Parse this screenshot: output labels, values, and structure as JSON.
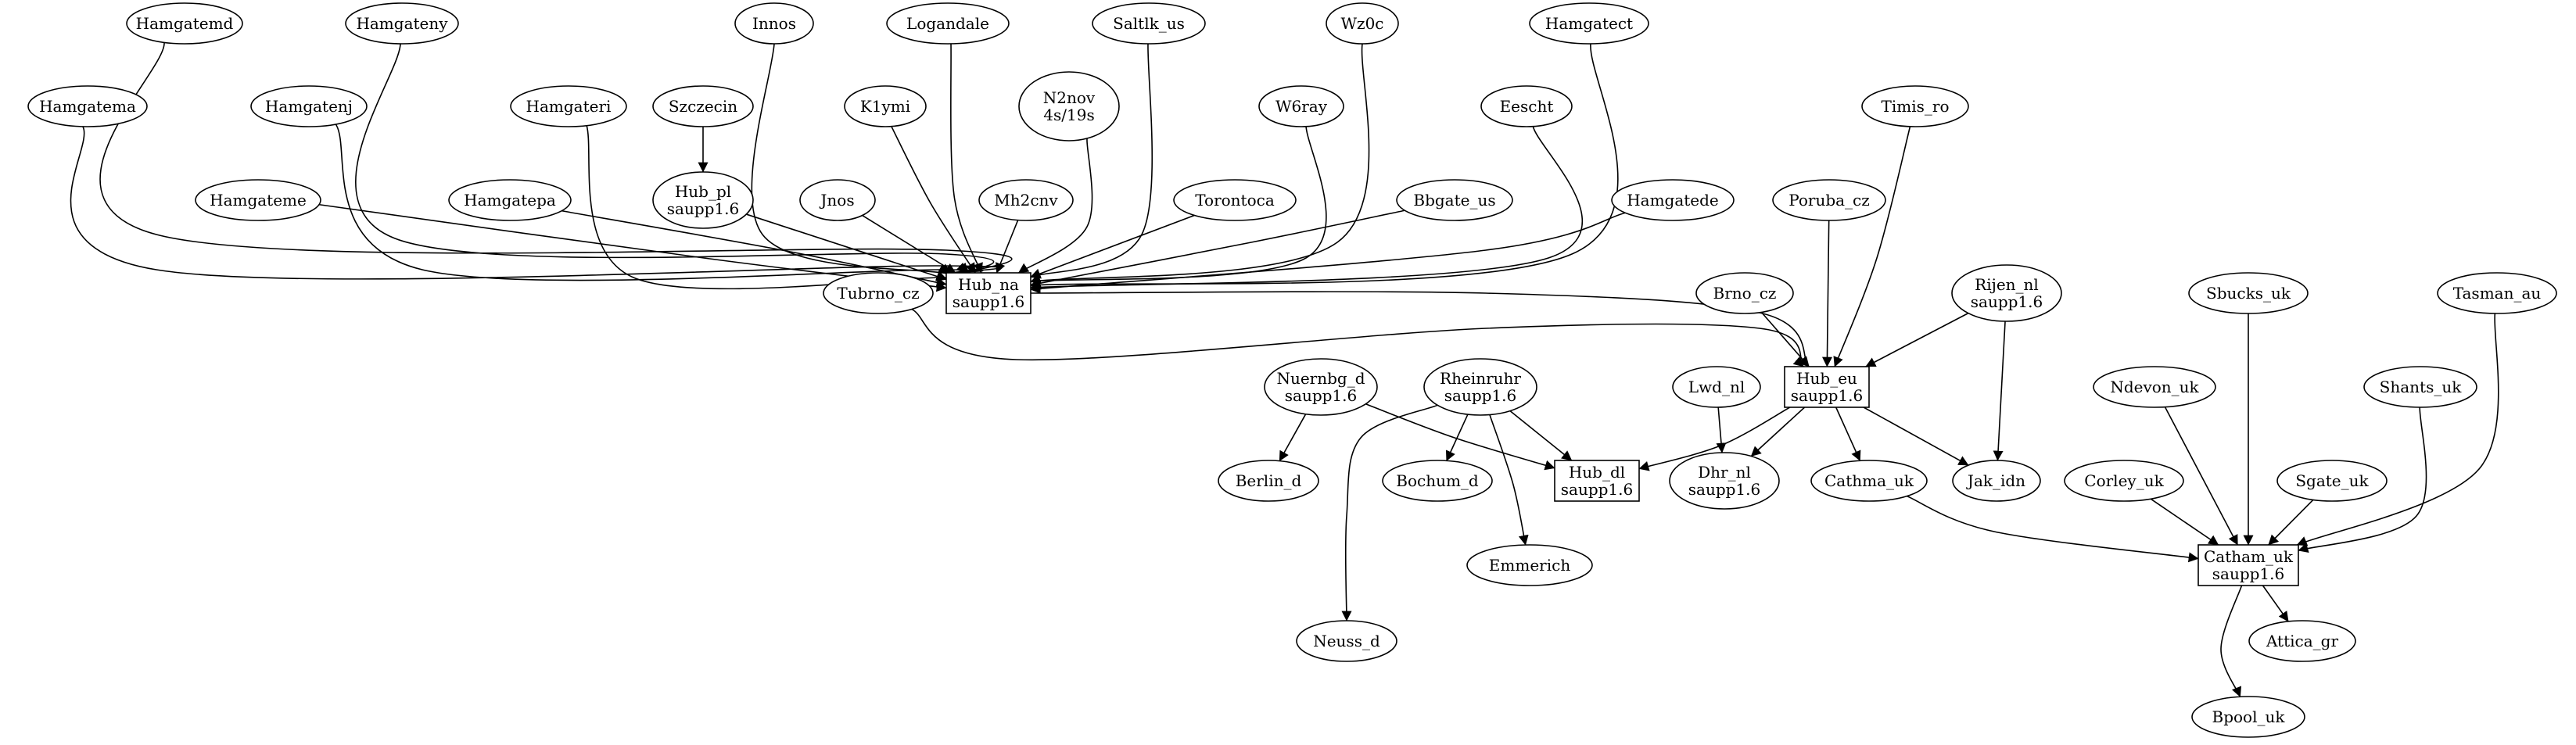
{
  "graph": {
    "nodes": [
      {
        "id": "Hamgatemd",
        "lines": [
          "Hamgatemd"
        ],
        "shape": "ellipse"
      },
      {
        "id": "Hamgateny",
        "lines": [
          "Hamgateny"
        ],
        "shape": "ellipse"
      },
      {
        "id": "Innos",
        "lines": [
          "Innos"
        ],
        "shape": "ellipse"
      },
      {
        "id": "Logandale",
        "lines": [
          "Logandale"
        ],
        "shape": "ellipse"
      },
      {
        "id": "Saltlk_us",
        "lines": [
          "Saltlk_us"
        ],
        "shape": "ellipse"
      },
      {
        "id": "Wz0c",
        "lines": [
          "Wz0c"
        ],
        "shape": "ellipse"
      },
      {
        "id": "Hamgatect",
        "lines": [
          "Hamgatect"
        ],
        "shape": "ellipse"
      },
      {
        "id": "Hamgatema",
        "lines": [
          "Hamgatema"
        ],
        "shape": "ellipse"
      },
      {
        "id": "Hamgatenj",
        "lines": [
          "Hamgatenj"
        ],
        "shape": "ellipse"
      },
      {
        "id": "Hamgateri",
        "lines": [
          "Hamgateri"
        ],
        "shape": "ellipse"
      },
      {
        "id": "Szczecin",
        "lines": [
          "Szczecin"
        ],
        "shape": "ellipse"
      },
      {
        "id": "K1ymi",
        "lines": [
          "K1ymi"
        ],
        "shape": "ellipse"
      },
      {
        "id": "N2nov",
        "lines": [
          "N2nov",
          "4s/19s"
        ],
        "shape": "ellipse"
      },
      {
        "id": "W6ray",
        "lines": [
          "W6ray"
        ],
        "shape": "ellipse"
      },
      {
        "id": "Eescht",
        "lines": [
          "Eescht"
        ],
        "shape": "ellipse"
      },
      {
        "id": "Timis_ro",
        "lines": [
          "Timis_ro"
        ],
        "shape": "ellipse"
      },
      {
        "id": "Hamgateme",
        "lines": [
          "Hamgateme"
        ],
        "shape": "ellipse"
      },
      {
        "id": "Hamgatepa",
        "lines": [
          "Hamgatepa"
        ],
        "shape": "ellipse"
      },
      {
        "id": "Hub_pl",
        "lines": [
          "Hub_pl",
          "saupp1.6"
        ],
        "shape": "ellipse"
      },
      {
        "id": "Jnos",
        "lines": [
          "Jnos"
        ],
        "shape": "ellipse"
      },
      {
        "id": "Mh2cnv",
        "lines": [
          "Mh2cnv"
        ],
        "shape": "ellipse"
      },
      {
        "id": "Torontoca",
        "lines": [
          "Torontoca"
        ],
        "shape": "ellipse"
      },
      {
        "id": "Bbgate_us",
        "lines": [
          "Bbgate_us"
        ],
        "shape": "ellipse"
      },
      {
        "id": "Hamgatede",
        "lines": [
          "Hamgatede"
        ],
        "shape": "ellipse"
      },
      {
        "id": "Poruba_cz",
        "lines": [
          "Poruba_cz"
        ],
        "shape": "ellipse"
      },
      {
        "id": "Tubrno_cz",
        "lines": [
          "Tubrno_cz"
        ],
        "shape": "ellipse"
      },
      {
        "id": "Hub_na",
        "lines": [
          "Hub_na",
          "saupp1.6"
        ],
        "shape": "box"
      },
      {
        "id": "Brno_cz",
        "lines": [
          "Brno_cz"
        ],
        "shape": "ellipse"
      },
      {
        "id": "Rijen_nl",
        "lines": [
          "Rijen_nl",
          "saupp1.6"
        ],
        "shape": "ellipse"
      },
      {
        "id": "Sbucks_uk",
        "lines": [
          "Sbucks_uk"
        ],
        "shape": "ellipse"
      },
      {
        "id": "Tasman_au",
        "lines": [
          "Tasman_au"
        ],
        "shape": "ellipse"
      },
      {
        "id": "Nuernbg_d",
        "lines": [
          "Nuernbg_d",
          "saupp1.6"
        ],
        "shape": "ellipse"
      },
      {
        "id": "Rheinruhr",
        "lines": [
          "Rheinruhr",
          "saupp1.6"
        ],
        "shape": "ellipse"
      },
      {
        "id": "Lwd_nl",
        "lines": [
          "Lwd_nl"
        ],
        "shape": "ellipse"
      },
      {
        "id": "Hub_eu",
        "lines": [
          "Hub_eu",
          "saupp1.6"
        ],
        "shape": "box"
      },
      {
        "id": "Ndevon_uk",
        "lines": [
          "Ndevon_uk"
        ],
        "shape": "ellipse"
      },
      {
        "id": "Shants_uk",
        "lines": [
          "Shants_uk"
        ],
        "shape": "ellipse"
      },
      {
        "id": "Berlin_d",
        "lines": [
          "Berlin_d"
        ],
        "shape": "ellipse"
      },
      {
        "id": "Bochum_d",
        "lines": [
          "Bochum_d"
        ],
        "shape": "ellipse"
      },
      {
        "id": "Hub_dl",
        "lines": [
          "Hub_dl",
          "saupp1.6"
        ],
        "shape": "box"
      },
      {
        "id": "Dhr_nl",
        "lines": [
          "Dhr_nl",
          "saupp1.6"
        ],
        "shape": "ellipse"
      },
      {
        "id": "Cathma_uk",
        "lines": [
          "Cathma_uk"
        ],
        "shape": "ellipse"
      },
      {
        "id": "Jak_idn",
        "lines": [
          "Jak_idn"
        ],
        "shape": "ellipse"
      },
      {
        "id": "Corley_uk",
        "lines": [
          "Corley_uk"
        ],
        "shape": "ellipse"
      },
      {
        "id": "Sgate_uk",
        "lines": [
          "Sgate_uk"
        ],
        "shape": "ellipse"
      },
      {
        "id": "Emmerich",
        "lines": [
          "Emmerich"
        ],
        "shape": "ellipse"
      },
      {
        "id": "Catham_uk",
        "lines": [
          "Catham_uk",
          "saupp1.6"
        ],
        "shape": "box"
      },
      {
        "id": "Neuss_d",
        "lines": [
          "Neuss_d"
        ],
        "shape": "ellipse"
      },
      {
        "id": "Attica_gr",
        "lines": [
          "Attica_gr"
        ],
        "shape": "ellipse"
      },
      {
        "id": "Bpool_uk",
        "lines": [
          "Bpool_uk"
        ],
        "shape": "ellipse"
      }
    ],
    "edges": [
      {
        "from": "Hamgatemd",
        "to": "Hub_na"
      },
      {
        "from": "Hamgateny",
        "to": "Hub_na"
      },
      {
        "from": "Innos",
        "to": "Hub_na"
      },
      {
        "from": "Logandale",
        "to": "Hub_na"
      },
      {
        "from": "Saltlk_us",
        "to": "Hub_na"
      },
      {
        "from": "Wz0c",
        "to": "Hub_na"
      },
      {
        "from": "Hamgatect",
        "to": "Hub_na"
      },
      {
        "from": "Hamgatema",
        "to": "Hub_na"
      },
      {
        "from": "Hamgatenj",
        "to": "Hub_na"
      },
      {
        "from": "Hamgateri",
        "to": "Hub_na"
      },
      {
        "from": "Szczecin",
        "to": "Hub_pl"
      },
      {
        "from": "K1ymi",
        "to": "Hub_na"
      },
      {
        "from": "N2nov",
        "to": "Hub_na"
      },
      {
        "from": "W6ray",
        "to": "Hub_na"
      },
      {
        "from": "Eescht",
        "to": "Hub_na"
      },
      {
        "from": "Hamgateme",
        "to": "Hub_na"
      },
      {
        "from": "Hamgatepa",
        "to": "Hub_na"
      },
      {
        "from": "Hub_pl",
        "to": "Hub_na"
      },
      {
        "from": "Jnos",
        "to": "Hub_na"
      },
      {
        "from": "Mh2cnv",
        "to": "Hub_na"
      },
      {
        "from": "Torontoca",
        "to": "Hub_na"
      },
      {
        "from": "Bbgate_us",
        "to": "Hub_na"
      },
      {
        "from": "Hamgatede",
        "to": "Hub_na"
      },
      {
        "from": "Hub_na",
        "to": "Hub_eu"
      },
      {
        "from": "Tubrno_cz",
        "to": "Hub_eu"
      },
      {
        "from": "Timis_ro",
        "to": "Hub_eu"
      },
      {
        "from": "Poruba_cz",
        "to": "Hub_eu"
      },
      {
        "from": "Brno_cz",
        "to": "Hub_eu"
      },
      {
        "from": "Rijen_nl",
        "to": "Hub_eu"
      },
      {
        "from": "Rijen_nl",
        "to": "Jak_idn"
      },
      {
        "from": "Nuernbg_d",
        "to": "Berlin_d"
      },
      {
        "from": "Nuernbg_d",
        "to": "Hub_dl"
      },
      {
        "from": "Rheinruhr",
        "to": "Bochum_d"
      },
      {
        "from": "Rheinruhr",
        "to": "Hub_dl"
      },
      {
        "from": "Rheinruhr",
        "to": "Emmerich"
      },
      {
        "from": "Rheinruhr",
        "to": "Neuss_d"
      },
      {
        "from": "Lwd_nl",
        "to": "Dhr_nl"
      },
      {
        "from": "Hub_eu",
        "to": "Hub_dl"
      },
      {
        "from": "Hub_eu",
        "to": "Dhr_nl"
      },
      {
        "from": "Hub_eu",
        "to": "Cathma_uk"
      },
      {
        "from": "Hub_eu",
        "to": "Jak_idn"
      },
      {
        "from": "Sbucks_uk",
        "to": "Catham_uk"
      },
      {
        "from": "Tasman_au",
        "to": "Catham_uk"
      },
      {
        "from": "Ndevon_uk",
        "to": "Catham_uk"
      },
      {
        "from": "Shants_uk",
        "to": "Catham_uk"
      },
      {
        "from": "Corley_uk",
        "to": "Catham_uk"
      },
      {
        "from": "Sgate_uk",
        "to": "Catham_uk"
      },
      {
        "from": "Cathma_uk",
        "to": "Catham_uk"
      },
      {
        "from": "Catham_uk",
        "to": "Attica_gr"
      },
      {
        "from": "Catham_uk",
        "to": "Bpool_uk"
      }
    ]
  }
}
